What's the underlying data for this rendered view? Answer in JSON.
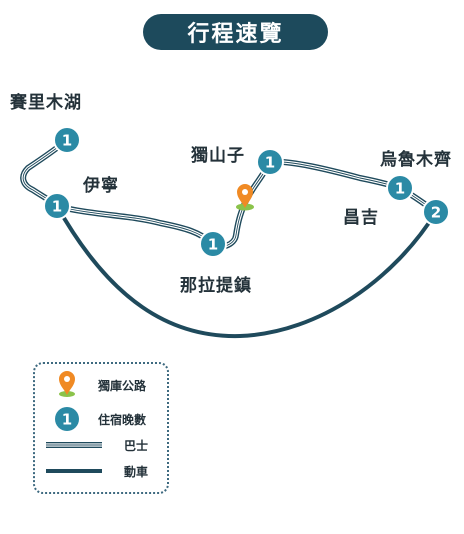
{
  "title": "行程速覽",
  "places": {
    "sailimu": "賽里木湖",
    "yining": "伊寧",
    "duzishan": "獨山子",
    "wulumuqi": "烏魯木齊",
    "changji": "昌吉",
    "nalati": "那拉提鎮"
  },
  "stops": {
    "sailimu_nights": "1",
    "yining_nights": "1",
    "nalati_nights": "1",
    "duzishan_nights": "1",
    "changji_nights": "1",
    "wulumuqi_nights": "2"
  },
  "legend": {
    "highway": "獨庫公路",
    "nights": "住宿晚數",
    "nights_sample": "1",
    "bus": "巴士",
    "train": "動車"
  },
  "colors": {
    "route_dark": "#1f4a5c",
    "badge_fill": "#2b8aa5",
    "badge_ring": "#ffffff",
    "pin_orange": "#f08a24",
    "pin_green": "#8bc34a",
    "title_bg": "#1d4a5c"
  },
  "icons": {
    "highway": "map-pin-icon",
    "nights": "night-count-badge-icon"
  }
}
